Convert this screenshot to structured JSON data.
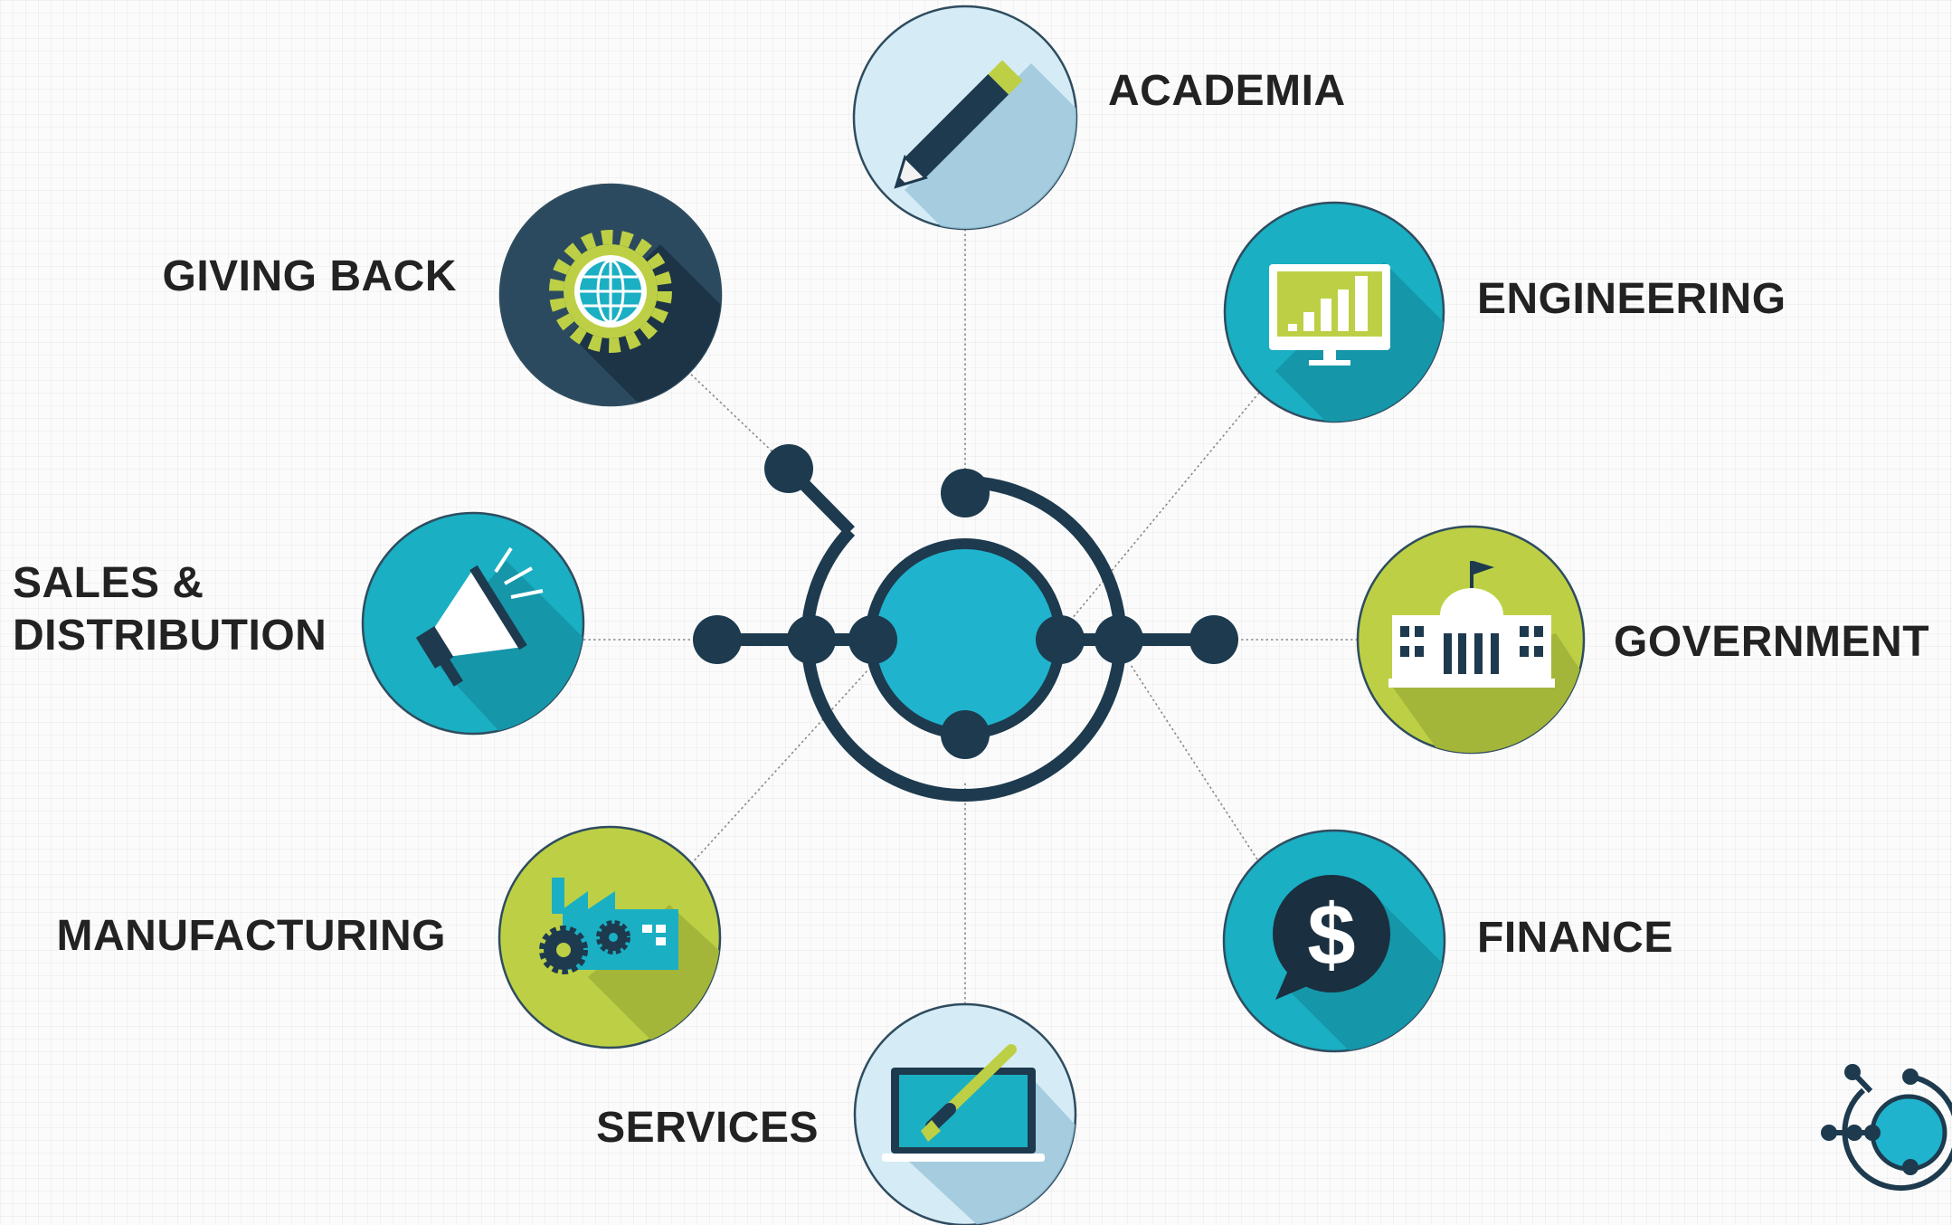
{
  "diagram": {
    "sectors": [
      {
        "key": "academia",
        "label_lines": [
          "ACADEMIA"
        ],
        "icon": "pencil-icon",
        "color": "#d5ecf6"
      },
      {
        "key": "engineering",
        "label_lines": [
          "ENGINEERING"
        ],
        "icon": "monitor-chart-icon",
        "color": "#1aafc3"
      },
      {
        "key": "government",
        "label_lines": [
          "GOVERNMENT"
        ],
        "icon": "capitol-building-icon",
        "color": "#bdd045"
      },
      {
        "key": "finance",
        "label_lines": [
          "FINANCE"
        ],
        "icon": "dollar-speech-bubble-icon",
        "color": "#1aafc3"
      },
      {
        "key": "services",
        "label_lines": [
          "SERVICES"
        ],
        "icon": "laptop-paintbrush-icon",
        "color": "#d5ecf6"
      },
      {
        "key": "manufacturing",
        "label_lines": [
          "MANUFACTURING"
        ],
        "icon": "factory-gears-icon",
        "color": "#bdd045"
      },
      {
        "key": "sales-distribution",
        "label_lines": [
          "SALES &",
          "DISTRIBUTION"
        ],
        "icon": "megaphone-icon",
        "color": "#1aafc3"
      },
      {
        "key": "giving-back",
        "label_lines": [
          "GIVING BACK"
        ],
        "icon": "globe-gear-icon",
        "color": "#2c4a5f"
      }
    ],
    "hub": {
      "icon": "network-hub-icon",
      "fill_color": "#20b3cd",
      "line_color": "#1d3a4e"
    },
    "corner_logo": {
      "icon": "network-hub-logo-icon"
    }
  }
}
